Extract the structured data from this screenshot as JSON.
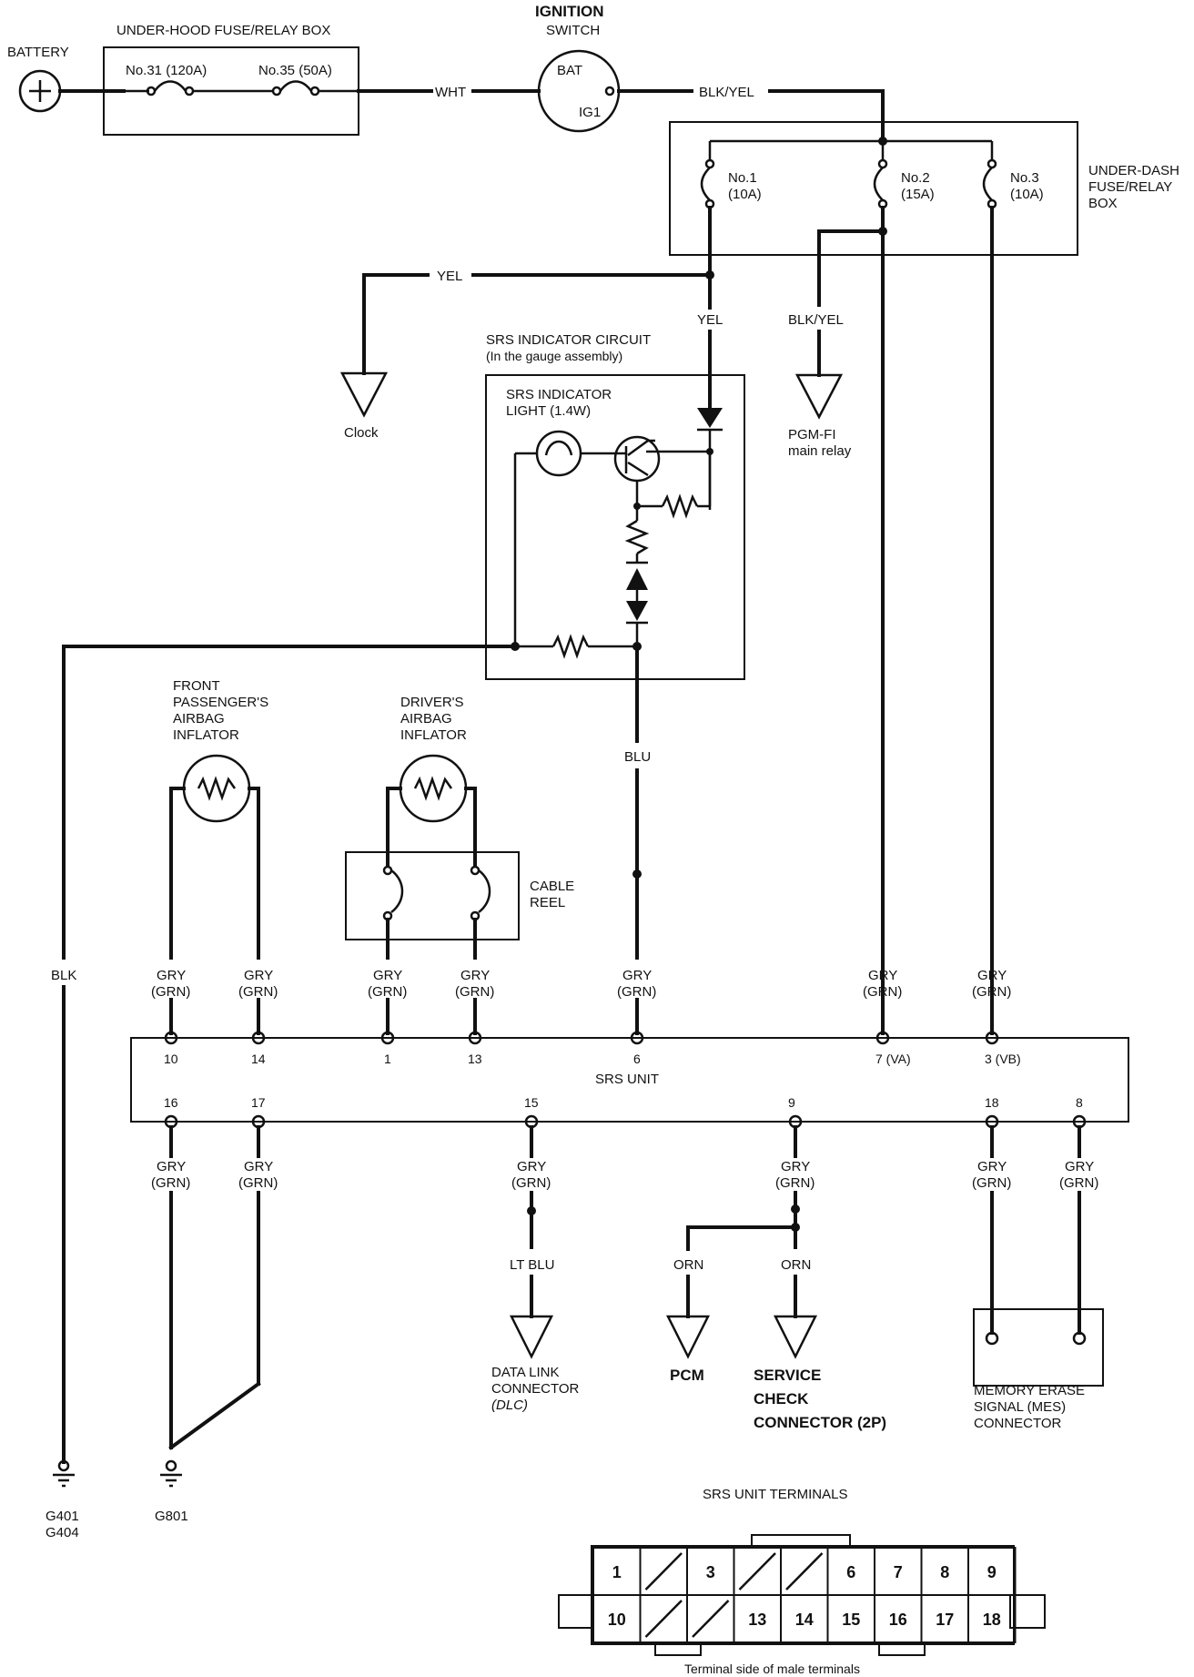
{
  "battery": {
    "label": "BATTERY"
  },
  "under_hood_box": {
    "title": "UNDER-HOOD FUSE/RELAY BOX",
    "fuse_a": "No.31 (120A)",
    "fuse_b": "No.35 (50A)"
  },
  "ignition_switch": {
    "title_1": "IGNITION",
    "title_2": "SWITCH",
    "bat": "BAT",
    "ig1": "IG1"
  },
  "under_dash_box": {
    "title_lines": [
      "UNDER-DASH",
      "FUSE/RELAY",
      "BOX"
    ],
    "fuses": [
      {
        "name": "No.1",
        "rating": "(10A)"
      },
      {
        "name": "No.2",
        "rating": "(15A)"
      },
      {
        "name": "No.3",
        "rating": "(10A)"
      }
    ]
  },
  "wires": {
    "wht": "WHT",
    "blk_yel_top": "BLK/YEL",
    "yel_h": "YEL",
    "yel_v": "YEL",
    "blk_yel_pgm": "BLK/YEL",
    "blk": "BLK",
    "blu": "BLU",
    "lt_blu": "LT BLU",
    "orn_pcm": "ORN",
    "orn_svc": "ORN"
  },
  "clock": {
    "label": "Clock"
  },
  "pgm": {
    "line1": "PGM-FI",
    "line2": "main relay"
  },
  "indicator_circuit": {
    "title_1": "SRS INDICATOR CIRCUIT",
    "title_2": "(In the gauge assembly)",
    "light_1": "SRS INDICATOR",
    "light_2": "LIGHT (1.4W)"
  },
  "inflators": {
    "passenger": [
      "FRONT",
      "PASSENGER'S",
      "AIRBAG",
      "INFLATOR"
    ],
    "driver": [
      "DRIVER'S",
      "AIRBAG",
      "INFLATOR"
    ]
  },
  "cable_reel": [
    "CABLE",
    "REEL"
  ],
  "color_code": {
    "line1": "GRY",
    "line2": "(GRN)"
  },
  "srs_unit": {
    "label": "SRS UNIT",
    "top_pins": [
      "10",
      "14",
      "1",
      "13",
      "6",
      "7 (VA)",
      "3 (VB)"
    ],
    "bottom_pins": [
      "16",
      "17",
      "15",
      "9",
      "18",
      "8"
    ]
  },
  "grounds": {
    "g1a": "G401",
    "g1b": "G404",
    "g2": "G801"
  },
  "dlc": [
    "DATA LINK",
    "CONNECTOR",
    "(DLC)"
  ],
  "pcm": {
    "label": "PCM"
  },
  "service_check": [
    "SERVICE",
    "CHECK",
    "CONNECTOR (2P)"
  ],
  "mes": [
    "MEMORY ERASE",
    "SIGNAL (MES)",
    "CONNECTOR"
  ],
  "terminals": {
    "title": "SRS UNIT TERMINALS",
    "caption": "Terminal side of male terminals",
    "row1": [
      "1",
      "",
      "3",
      "",
      "",
      "6",
      "7",
      "8",
      "9"
    ],
    "row2": [
      "10",
      "",
      "",
      "13",
      "14",
      "15",
      "16",
      "17",
      "18"
    ]
  }
}
